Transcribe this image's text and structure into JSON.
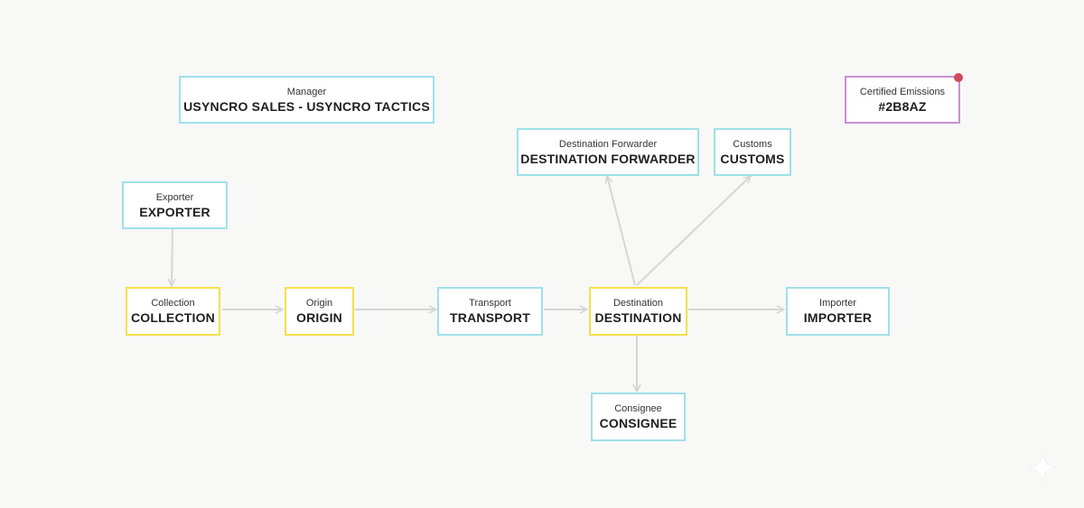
{
  "nodes": {
    "manager": {
      "sub": "Manager",
      "main": "USYNCRO SALES - USYNCRO TACTICS"
    },
    "certified": {
      "sub": "Certified Emissions",
      "main": "#2B8AZ"
    },
    "destination_forwarder": {
      "sub": "Destination Forwarder",
      "main": "DESTINATION FORWARDER"
    },
    "customs": {
      "sub": "Customs",
      "main": "CUSTOMS"
    },
    "exporter": {
      "sub": "Exporter",
      "main": "EXPORTER"
    },
    "collection": {
      "sub": "Collection",
      "main": "COLLECTION"
    },
    "origin": {
      "sub": "Origin",
      "main": "ORIGIN"
    },
    "transport": {
      "sub": "Transport",
      "main": "TRANSPORT"
    },
    "destination": {
      "sub": "Destination",
      "main": "DESTINATION"
    },
    "importer": {
      "sub": "Importer",
      "main": "IMPORTER"
    },
    "consignee": {
      "sub": "Consignee",
      "main": "CONSIGNEE"
    }
  },
  "colors": {
    "background": "#f8f8f7",
    "teal_border": "#9fe0e8",
    "yellow_border": "#f4e04a",
    "purple_border": "#c98fd6",
    "badge_dot": "#d24a5a",
    "arrow": "#d6d6d6"
  },
  "icons": {
    "sparkle": "sparkle-icon",
    "notification": "notification-dot-icon"
  }
}
